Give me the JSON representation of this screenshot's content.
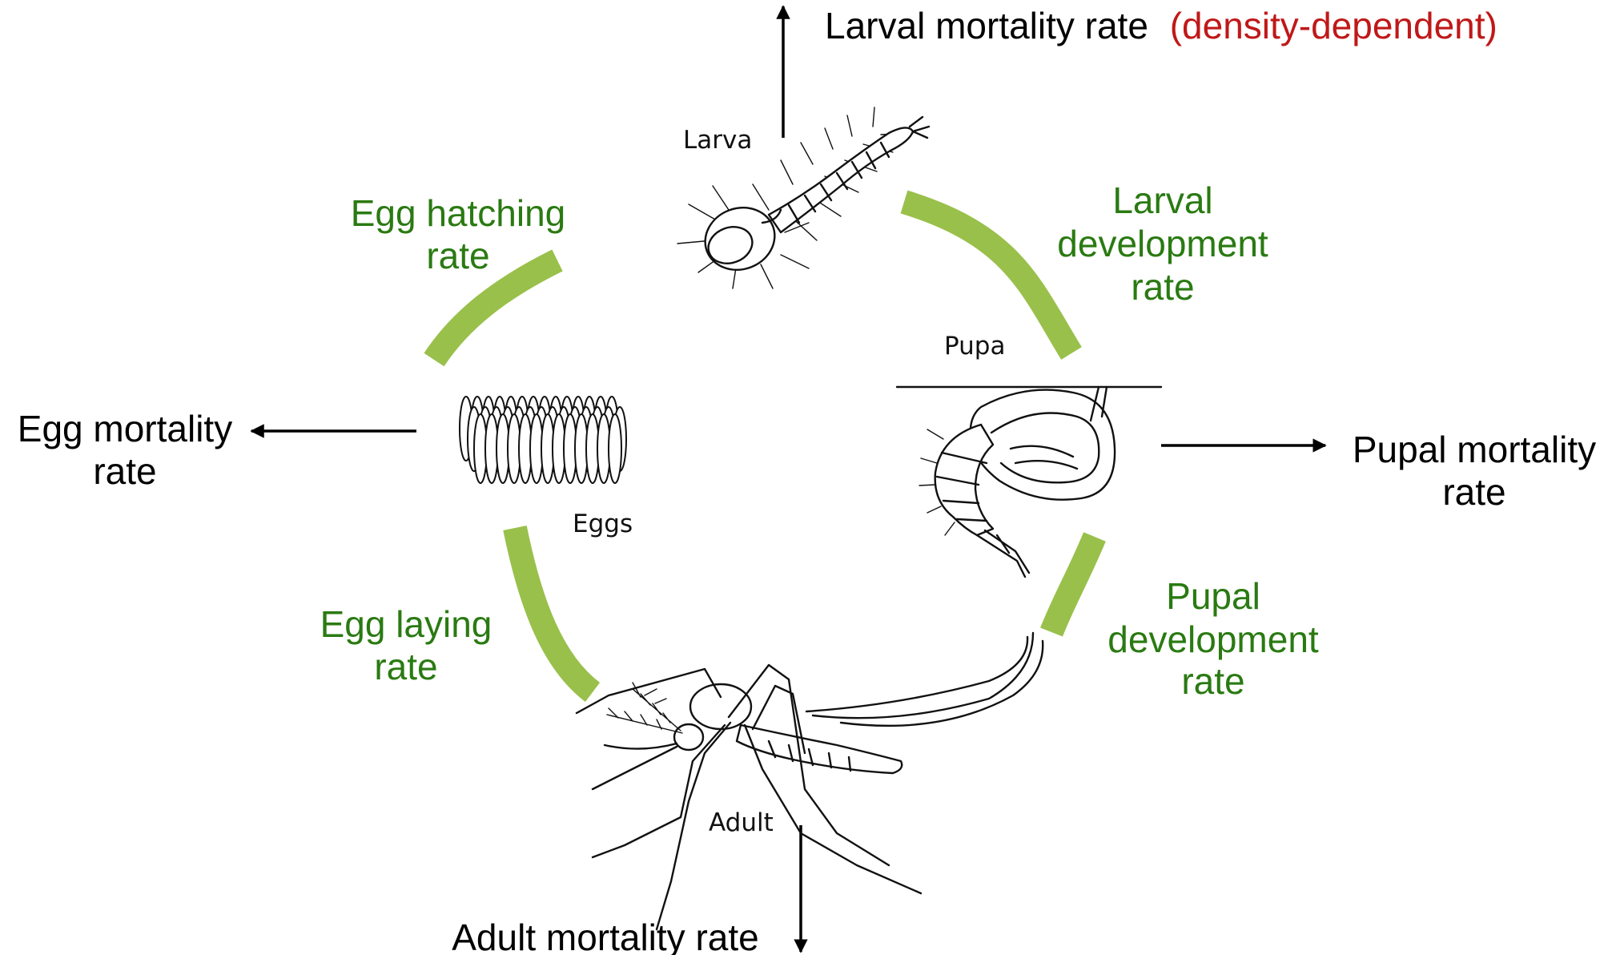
{
  "stages": {
    "larva": "Larva",
    "pupa": "Pupa",
    "eggs": "Eggs",
    "adult": "Adult"
  },
  "transitions": {
    "egg_hatching": [
      "Egg hatching",
      "rate"
    ],
    "larval_development": [
      "Larval",
      "development",
      "rate"
    ],
    "pupal_development": [
      "Pupal",
      "development",
      "rate"
    ],
    "egg_laying": [
      "Egg laying",
      "rate"
    ]
  },
  "mortality": {
    "larval": "Larval mortality rate",
    "larval_qualifier": "(density-dependent)",
    "egg": [
      "Egg mortality",
      "rate"
    ],
    "pupal": [
      "Pupal mortality",
      "rate"
    ],
    "adult": "Adult mortality rate"
  },
  "colors": {
    "cycle_arc": "#99c04a",
    "transition_text": "#2a7a12",
    "qualifier_text": "#c01818",
    "mortality_text": "#000000"
  }
}
